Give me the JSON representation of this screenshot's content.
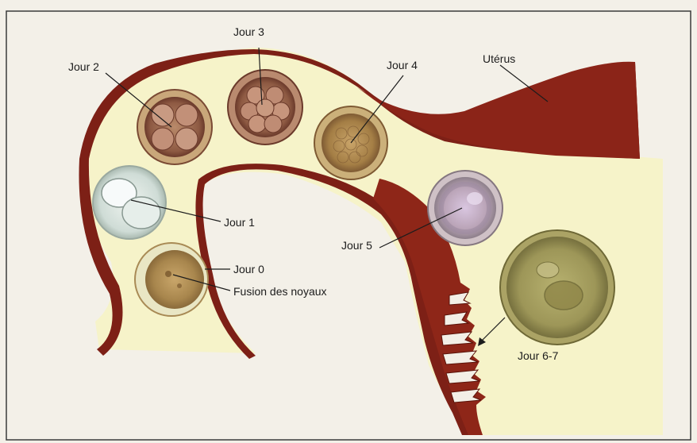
{
  "labels": {
    "jour0": "Jour 0",
    "fusion": "Fusion des noyaux",
    "jour1": "Jour 1",
    "jour2": "Jour 2",
    "jour3": "Jour 3",
    "jour4": "Jour 4",
    "jour5": "Jour 5",
    "jour67": "Jour 6-7",
    "uterus": "Utérus"
  },
  "colors": {
    "paper": "#f3f0e8",
    "cavity": "#f6f3c9",
    "tissue": "#7d2016",
    "tissue_light": "#9a2e22",
    "cell": "#b89a5f"
  }
}
